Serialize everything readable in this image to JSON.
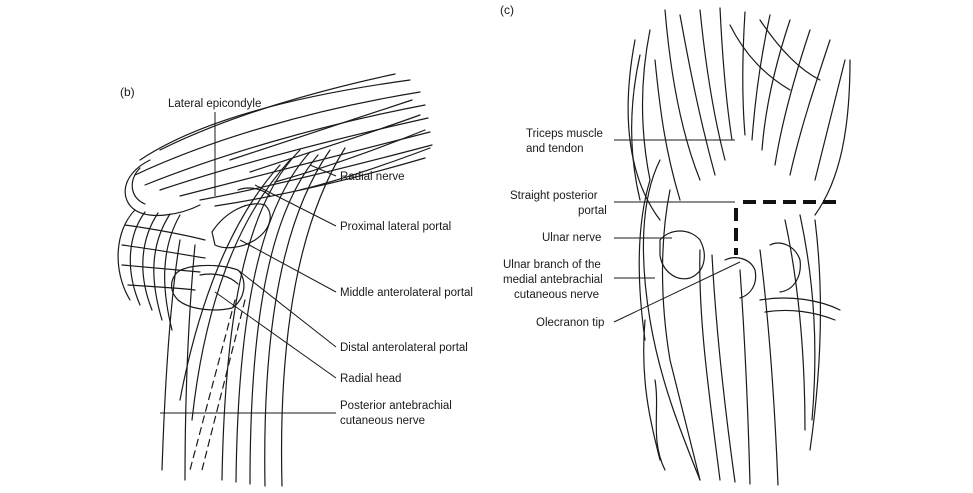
{
  "panel_b": {
    "letter": "(b)",
    "labels": {
      "lateral_epicondyle": "Lateral epicondyle",
      "radial_nerve": "Radial nerve",
      "proximal_lateral_portal": "Proximal lateral portal",
      "middle_anterolateral_portal": "Middle anterolateral portal",
      "distal_anterolateral_portal": "Distal anterolateral portal",
      "radial_head": "Radial head",
      "posterior_antebrachial_1": "Posterior antebrachial",
      "posterior_antebrachial_2": "cutaneous nerve"
    }
  },
  "panel_c": {
    "letter": "(c)",
    "labels": {
      "triceps_1": "Triceps muscle",
      "triceps_2": "and tendon",
      "straight_posterior_1": "Straight posterior",
      "straight_posterior_2": "portal",
      "ulnar_nerve": "Ulnar nerve",
      "ulnar_branch_1": "Ulnar branch of the",
      "ulnar_branch_2": "medial antebrachial",
      "ulnar_branch_3": "cutaneous nerve",
      "olecranon_tip": "Olecranon tip"
    }
  }
}
